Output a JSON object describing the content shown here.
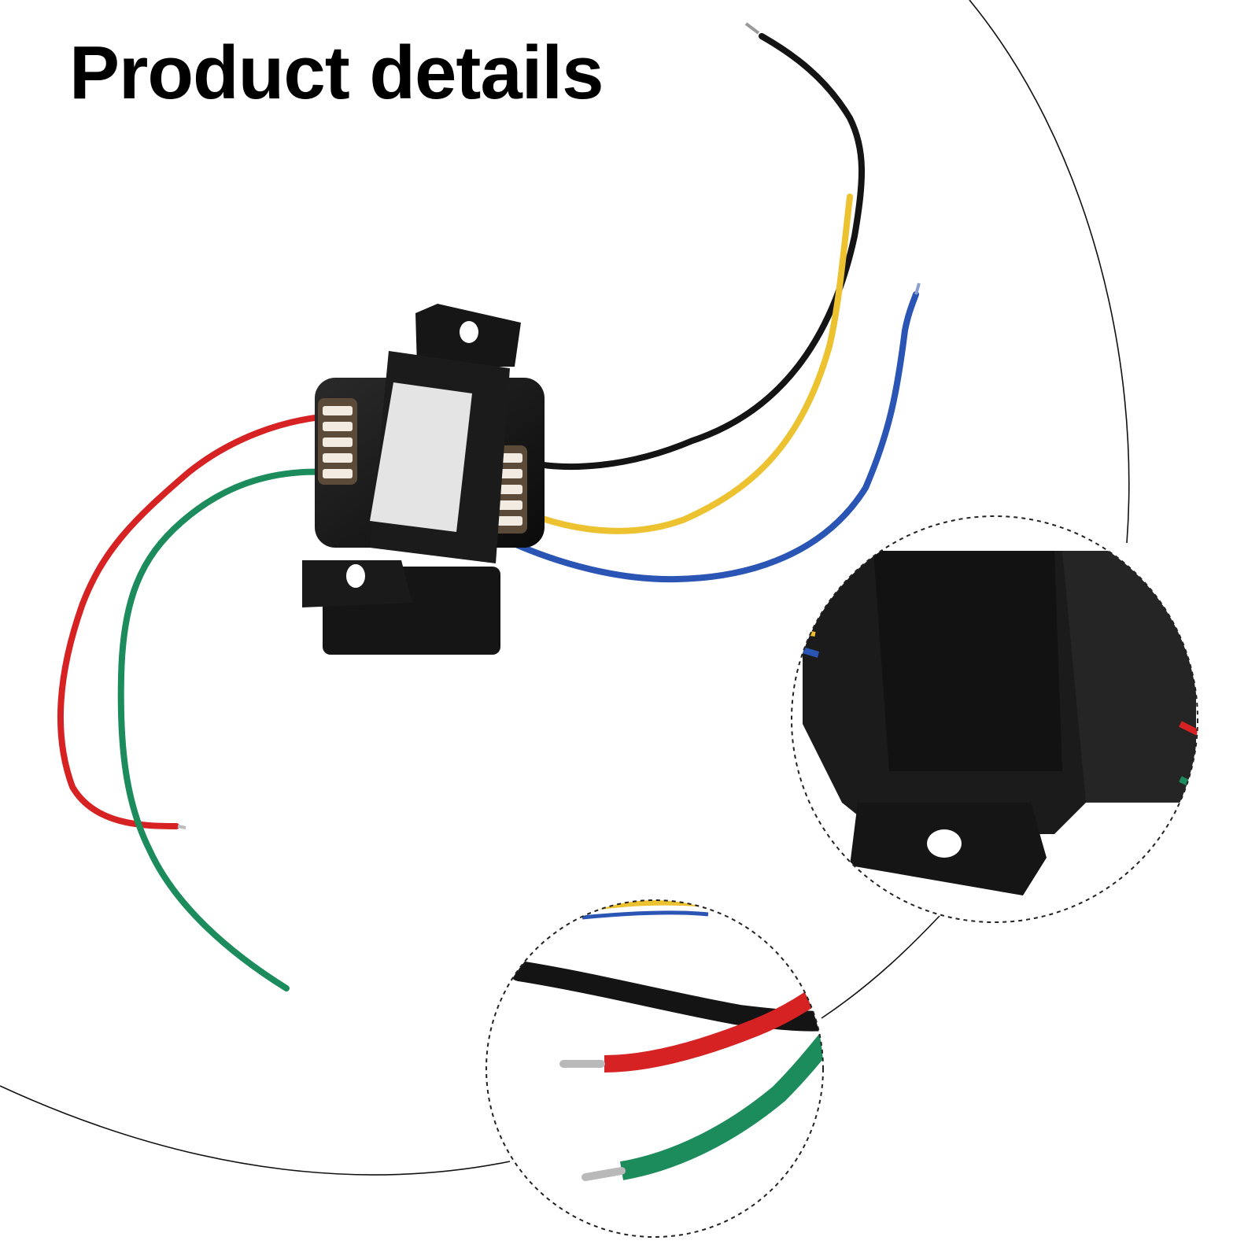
{
  "page": {
    "title": "Product details"
  },
  "product": {
    "subject": "transformer-with-mounting-brackets",
    "wire_colors": {
      "black": "#141414",
      "yellow": "#ecc230",
      "blue": "#2a55b4",
      "red": "#d62222",
      "green": "#1c8c5c"
    },
    "body_color": "#141414",
    "label_color": "#e4e4e4"
  },
  "insets": [
    {
      "subject": "mounting-bracket-closeup"
    },
    {
      "subject": "stripped-wire-ends-closeup"
    }
  ]
}
